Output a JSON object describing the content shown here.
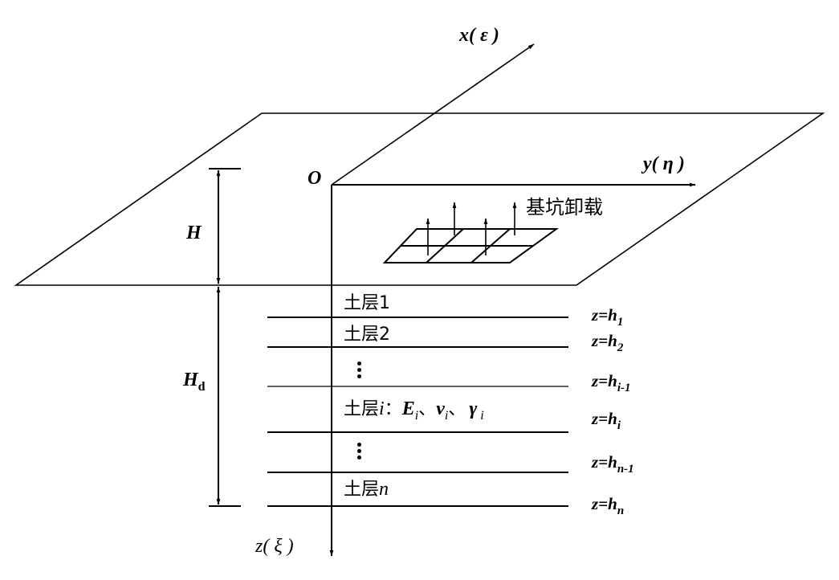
{
  "axes": {
    "x": {
      "name": "x",
      "greek": "ε"
    },
    "y": {
      "name": "y",
      "greek": "η"
    },
    "z": {
      "name": "z",
      "greek": "ξ"
    },
    "origin": "O"
  },
  "load_label": "基坑卸载",
  "dimensions": {
    "H": "H",
    "Hd_main": "H",
    "Hd_sub": "d"
  },
  "layers": [
    {
      "label": "土层1"
    },
    {
      "label": "土层2"
    },
    {
      "label_prefix": "土层",
      "label_var": "i",
      "props": [
        {
          "sym": "E",
          "sub": "i"
        },
        {
          "sym": "v",
          "sub": "i"
        },
        {
          "sym": "γ",
          "sub": "i"
        }
      ],
      "separator": "、",
      "colon": "："
    },
    {
      "label_prefix": "土层",
      "label_var": "n"
    }
  ],
  "boundaries": [
    {
      "lhs": "z=h",
      "sub": "1"
    },
    {
      "lhs": "z=h",
      "sub": "2"
    },
    {
      "lhs": "z=h",
      "sub": "i-1"
    },
    {
      "lhs": "z=h",
      "sub": "i"
    },
    {
      "lhs": "z=h",
      "sub": "n-1"
    },
    {
      "lhs": "z=h",
      "sub": "n"
    }
  ]
}
